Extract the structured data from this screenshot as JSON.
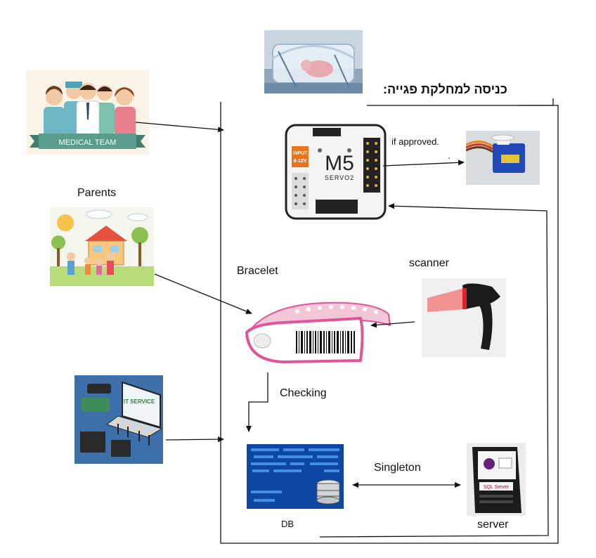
{
  "title": "כניסה למחלקת פגייה:",
  "labels": {
    "medical_team_banner": "MEDICAL TEAM",
    "m5_brand": "M5",
    "m5_sub": "SERVO2",
    "m5_input": "INPUT",
    "m5_voltage": "6-12V",
    "if_approved": "if approved.",
    "parents": "Parents",
    "bracelet": "Bracelet",
    "scanner": "scanner",
    "checking": "Checking",
    "it_service": "IT SERVICE",
    "singleton": "Singleton",
    "db": "DB",
    "server": "server",
    "sql_server": "SQL Server"
  },
  "icons": [
    "incubator-photo-icon",
    "medical-team-icon",
    "m5-servo-module-icon",
    "servo-motor-icon",
    "parents-family-icon",
    "bracelet-barcode-icon",
    "barcode-scanner-icon",
    "it-service-icon",
    "database-icon",
    "server-icon"
  ],
  "colors": {
    "line": "#111111",
    "bracelet_pink": "#e0559a",
    "scanner_red": "#e0242a",
    "db_blue": "#1565c0",
    "it_bg": "#3d6fa8"
  }
}
